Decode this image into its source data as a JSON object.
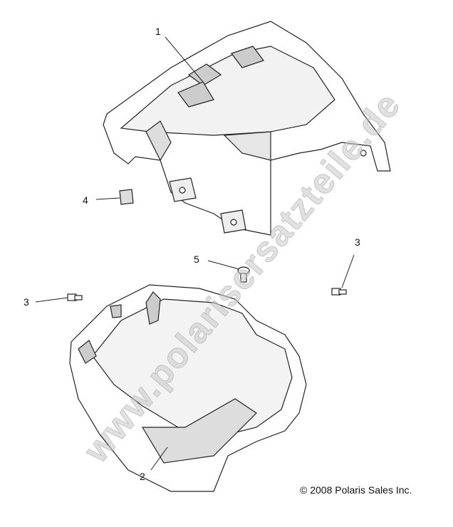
{
  "callouts": {
    "c1": "1",
    "c2": "2",
    "c3a": "3",
    "c3b": "3",
    "c4": "4",
    "c5": "5"
  },
  "copyright": "© 2008 Polaris Sales Inc.",
  "watermark": "www.polarisersatzteile.de",
  "colors": {
    "line": "#222222",
    "fill": "#ffffff",
    "shade": "#d9d9d9",
    "watermark": "#c8c8c8"
  }
}
